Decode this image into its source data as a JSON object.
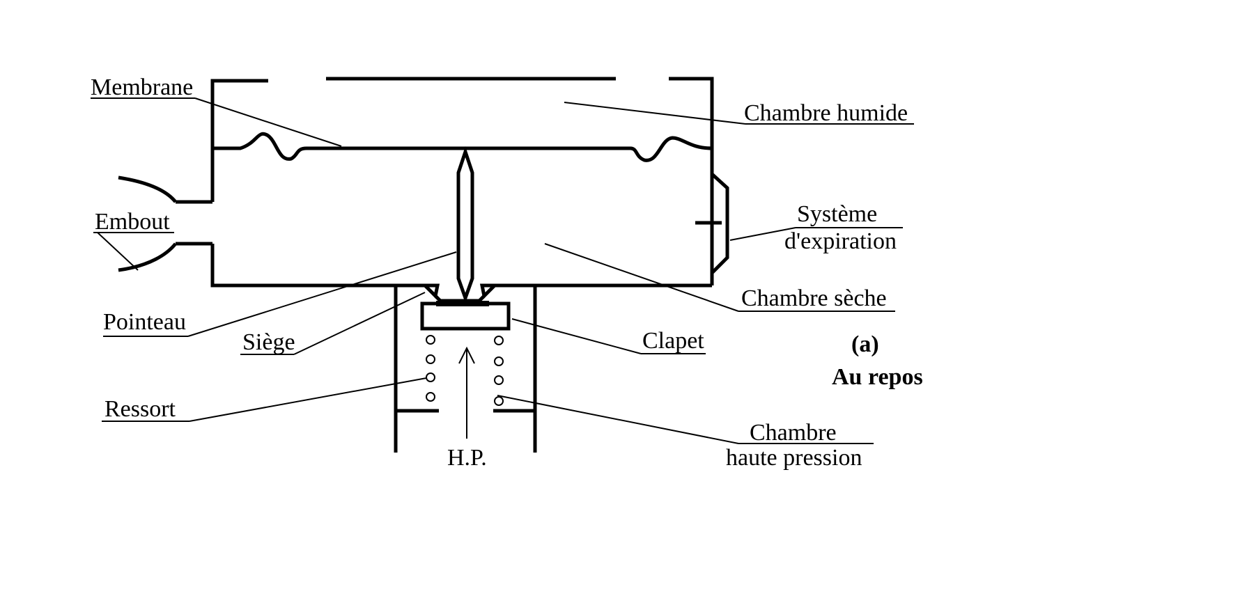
{
  "labels": {
    "membrane": "Membrane",
    "chambre_humide": "Chambre humide",
    "embout": "Embout",
    "systeme": "Système",
    "expiration": "d'expiration",
    "chambre_seche": "Chambre sèche",
    "pointeau": "Pointeau",
    "siege": "Siège",
    "clapet": "Clapet",
    "ressort": "Ressort",
    "chambre": "Chambre",
    "haute_pression": "haute pression",
    "hp": "H.P.",
    "figure_letter": "(a)",
    "state": "Au repos"
  }
}
